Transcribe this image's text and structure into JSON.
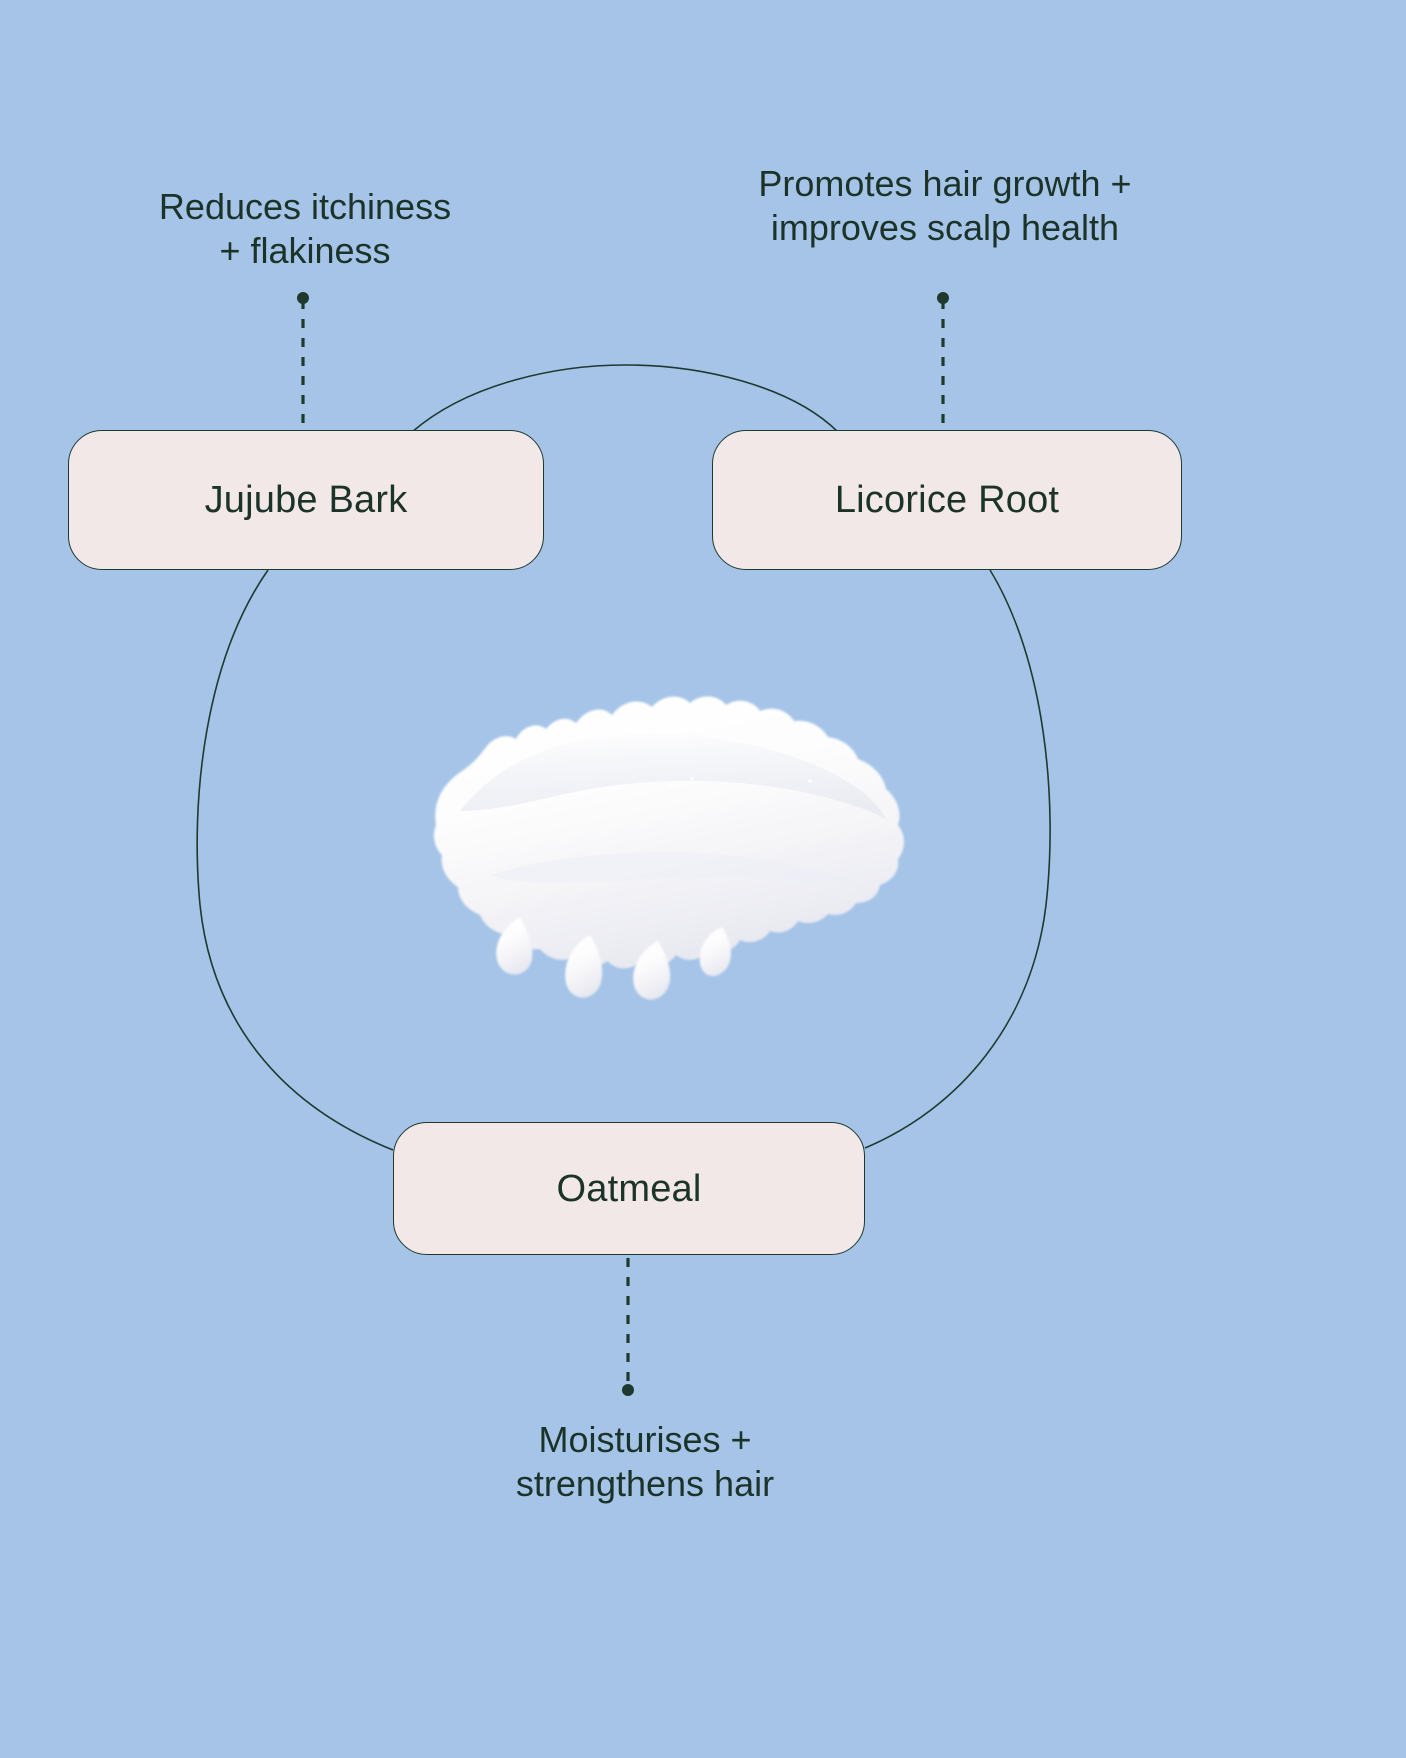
{
  "theme": {
    "background_color": "#a5c4e8",
    "pill_fill_color": "#f3e8e8",
    "line_color": "#1e3a2f",
    "text_color": "#1c332a",
    "swatch_color": "#ffffff"
  },
  "graphic": {
    "center_visual": "cream-product-swatch"
  },
  "ingredients": [
    {
      "id": "jujube-bark",
      "label": "Jujube Bark",
      "benefit_line1": "Reduces itchiness",
      "benefit_line2": "+ flakiness",
      "benefit": "Reduces itchiness\n+ flakiness",
      "position": "top-left"
    },
    {
      "id": "licorice-root",
      "label": "Licorice Root",
      "benefit_line1": "Promotes hair growth +",
      "benefit_line2": "improves scalp health",
      "benefit": "Promotes hair growth +\nimproves scalp health",
      "position": "top-right"
    },
    {
      "id": "oatmeal",
      "label": "Oatmeal",
      "benefit_line1": "Moisturises +",
      "benefit_line2": "strengthens hair",
      "benefit": "Moisturises +\nstrengthens hair",
      "position": "bottom-center"
    }
  ]
}
